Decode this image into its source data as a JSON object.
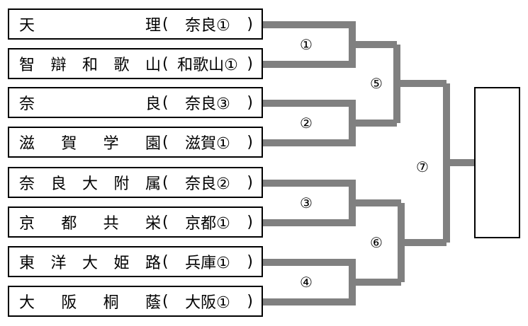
{
  "teams": [
    {
      "name": "天理",
      "prefecture": "奈良①"
    },
    {
      "name": "智辯和歌山",
      "prefecture": "和歌山①"
    },
    {
      "name": "奈良",
      "prefecture": "奈良③"
    },
    {
      "name": "滋賀学園",
      "prefecture": "滋賀①"
    },
    {
      "name": "奈良大附属",
      "prefecture": "奈良②"
    },
    {
      "name": "京都共栄",
      "prefecture": "京都①"
    },
    {
      "name": "東洋大姫路",
      "prefecture": "兵庫①"
    },
    {
      "name": "大阪桐蔭",
      "prefecture": "大阪①"
    }
  ],
  "rounds": {
    "first": [
      "①",
      "②",
      "③",
      "④"
    ],
    "semi": [
      "⑤",
      "⑥"
    ],
    "final": "⑦"
  },
  "colors": {
    "line": "#808080",
    "border": "#000000"
  }
}
